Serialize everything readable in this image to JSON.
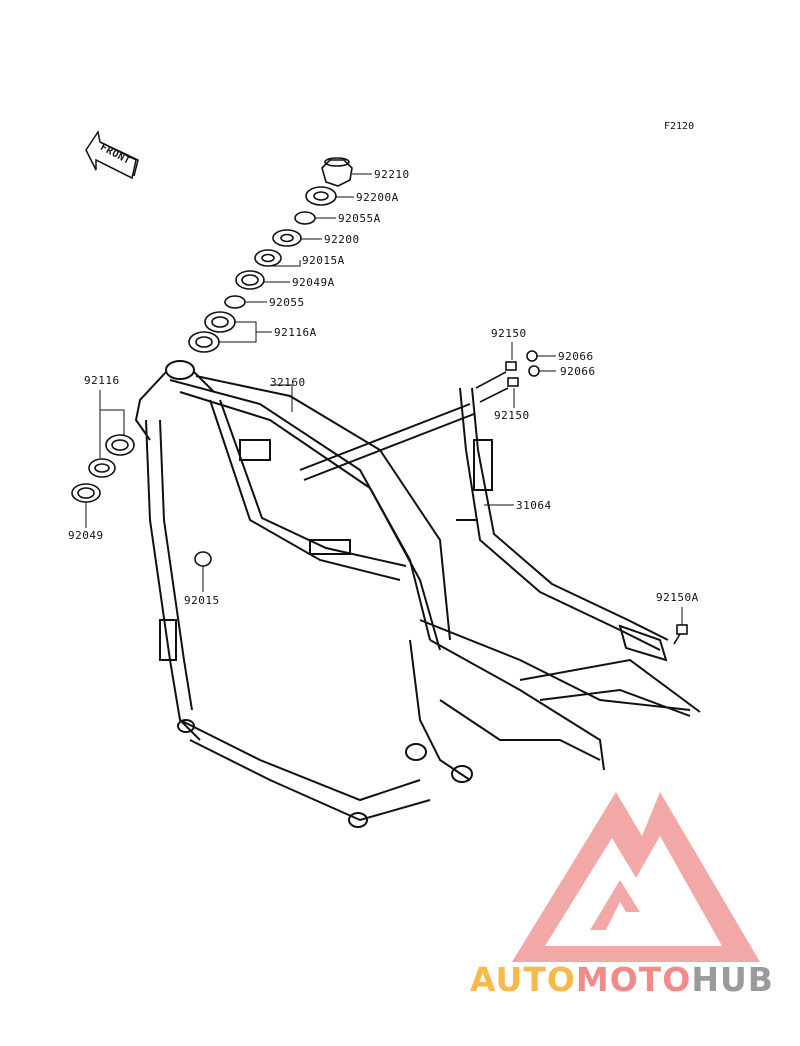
{
  "figure_code": "F2120",
  "front_label": "FRONT",
  "brand": {
    "part1": "AUTO",
    "part2": "MOTO",
    "part3": "HUB",
    "colors": {
      "auto": "#f6b94a",
      "moto": "#f28a8a",
      "hub": "#9a9a9a",
      "logo": "#f29a9a"
    }
  },
  "parts": [
    {
      "id": "p92210",
      "text": "92210"
    },
    {
      "id": "p92200A",
      "text": "92200A"
    },
    {
      "id": "p92055A",
      "text": "92055A"
    },
    {
      "id": "p92200",
      "text": "92200"
    },
    {
      "id": "p92015A",
      "text": "92015A"
    },
    {
      "id": "p92049A",
      "text": "92049A"
    },
    {
      "id": "p92055",
      "text": "92055"
    },
    {
      "id": "p92116A",
      "text": "92116A"
    },
    {
      "id": "p92116",
      "text": "92116"
    },
    {
      "id": "p32160",
      "text": "32160"
    },
    {
      "id": "p92150a",
      "text": "92150"
    },
    {
      "id": "p92066a",
      "text": "92066"
    },
    {
      "id": "p92066b",
      "text": "92066"
    },
    {
      "id": "p92150b",
      "text": "92150"
    },
    {
      "id": "p31064",
      "text": "31064"
    },
    {
      "id": "p92049",
      "text": "92049"
    },
    {
      "id": "p92015",
      "text": "92015"
    },
    {
      "id": "p92150A",
      "text": "92150A"
    }
  ]
}
